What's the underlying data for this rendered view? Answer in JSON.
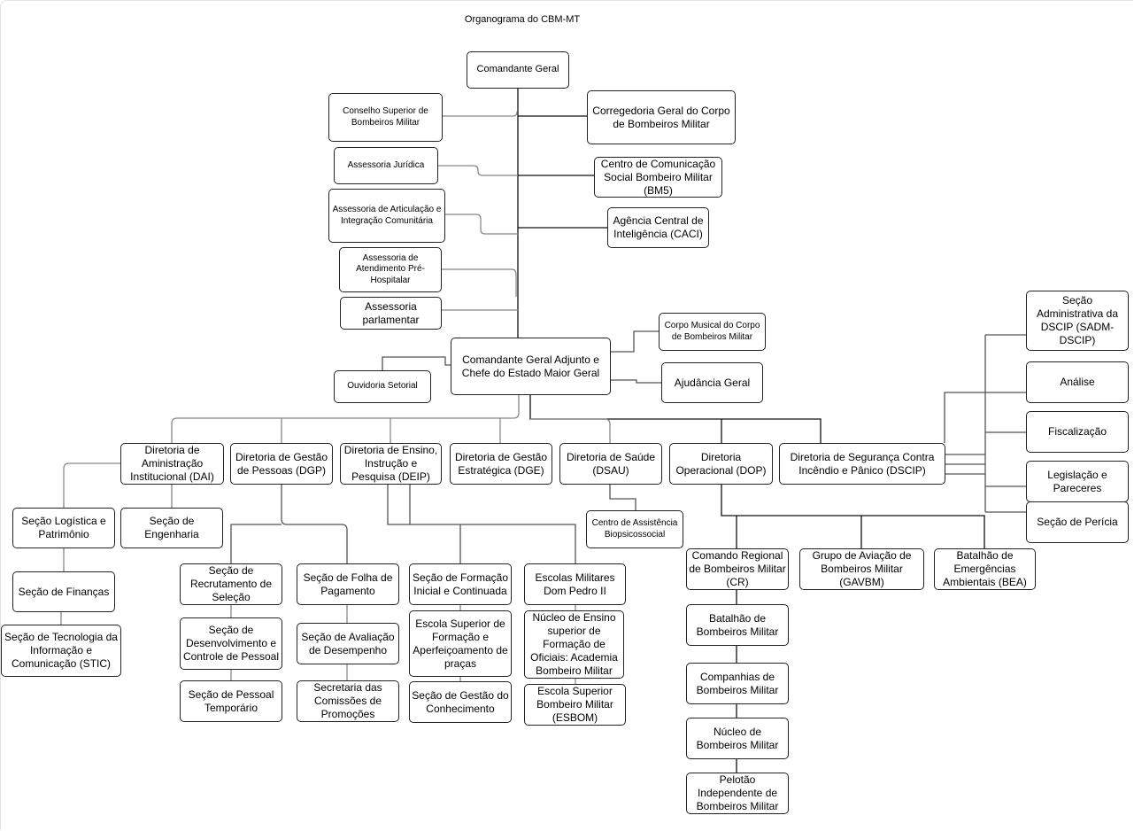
{
  "title": "Organograma do CBM-MT",
  "nodes": {
    "cmd_geral": "Comandante Geral",
    "conselho": "Conselho Superior de Bombeiros Militar",
    "corregedoria": "Corregedoria Geral do Corpo de Bombeiros Militar",
    "ass_juridica": "Assessoria Jurídica",
    "ccs": "Centro de Comunicação Social Bombeiro Militar (BM5)",
    "ass_articulacao": "Assessoria de Articulação e Integração Comunitária",
    "caci": "Agência Central de Inteligência (CACI)",
    "ass_aph": "Assessoria de Atendimento Pré-Hospitalar",
    "ass_parlamentar": "Assessoria parlamentar",
    "corpo_musical": "Corpo Musical  do Corpo de Bombeiros Militar",
    "cmd_adjunto": "Comandante Geral Adjunto e Chefe do Estado Maior Geral",
    "ouvidoria": "Ouvidoria Setorial",
    "ajudancia": "Ajudância Geral",
    "dai": "Diretoria de Aministração Institucional (DAI)",
    "dgp": "Diretoria de Gestão de Pessoas (DGP)",
    "deip": "Diretoria de Ensino, Instrução e Pesquisa (DEIP)",
    "dge": "Diretoria de Gestão Estratégica (DGE)",
    "dsau": "Diretoria de Saúde (DSAU)",
    "dop": "Diretoria Operacional (DOP)",
    "dscip": "Diretoria de Segurança Contra Incêndio e Pânico (DSCIP)",
    "sadm": "Seção Administrativa da DSCIP (SADM-DSCIP)",
    "analise": "Análise",
    "fiscalizacao": "Fiscalização",
    "legislacao": "Legislação e Pareceres",
    "pericia": "Seção de Perícia",
    "logistica": "Seção Logística e Patrimônio",
    "engenharia": "Seção de Engenharia",
    "financas": "Seção de Finanças",
    "stic": "Seção de Tecnologia da Informação e Comunicação (STIC)",
    "recrutamento": "Seção de Recrutamento de Seleção",
    "desenvolvimento": "Seção de Desenvolvimento e Controle de Pessoal",
    "temporario": "Seção de Pessoal Temporário",
    "folha": "Seção de Folha de Pagamento",
    "avaliacao": "Seção de Avaliação de Desempenho",
    "comissoes": "Secretaria das Comissões de Promoções",
    "formacao": "Seção de Formação Inicial e Continuada",
    "esfap": "Escola Superior de Formação e Aperfeiçoamento de praças",
    "gestao_conhecimento": "Seção de Gestão do Conhecimento",
    "dom_pedro": "Escolas Militares Dom Pedro II",
    "nucleo_ensino": "Núcleo de Ensino superior de Formação de Oficiais: Academia Bombeiro Militar",
    "esbom": "Escola Superior Bombeiro Militar (ESBOM)",
    "cab": "Centro de Assistência Biopsicossocial",
    "cr": "Comando Regional de Bombeiros Militar (CR)",
    "gavbm": "Grupo de Aviação de Bombeiros Militar (GAVBM)",
    "bea": "Batalhão de Emergências Ambientais (BEA)",
    "batalhao": "Batalhão de Bombeiros Militar",
    "companhias": "Companhias de Bombeiros Militar",
    "nucleo_bm": "Núcleo de Bombeiros Militar",
    "pelotao": "Pelotão Independente de Bombeiros Militar"
  },
  "colors": {
    "border": "#222222",
    "line_dark": "#111111",
    "line_light": "#8a8a8a",
    "background": "#ffffff"
  }
}
